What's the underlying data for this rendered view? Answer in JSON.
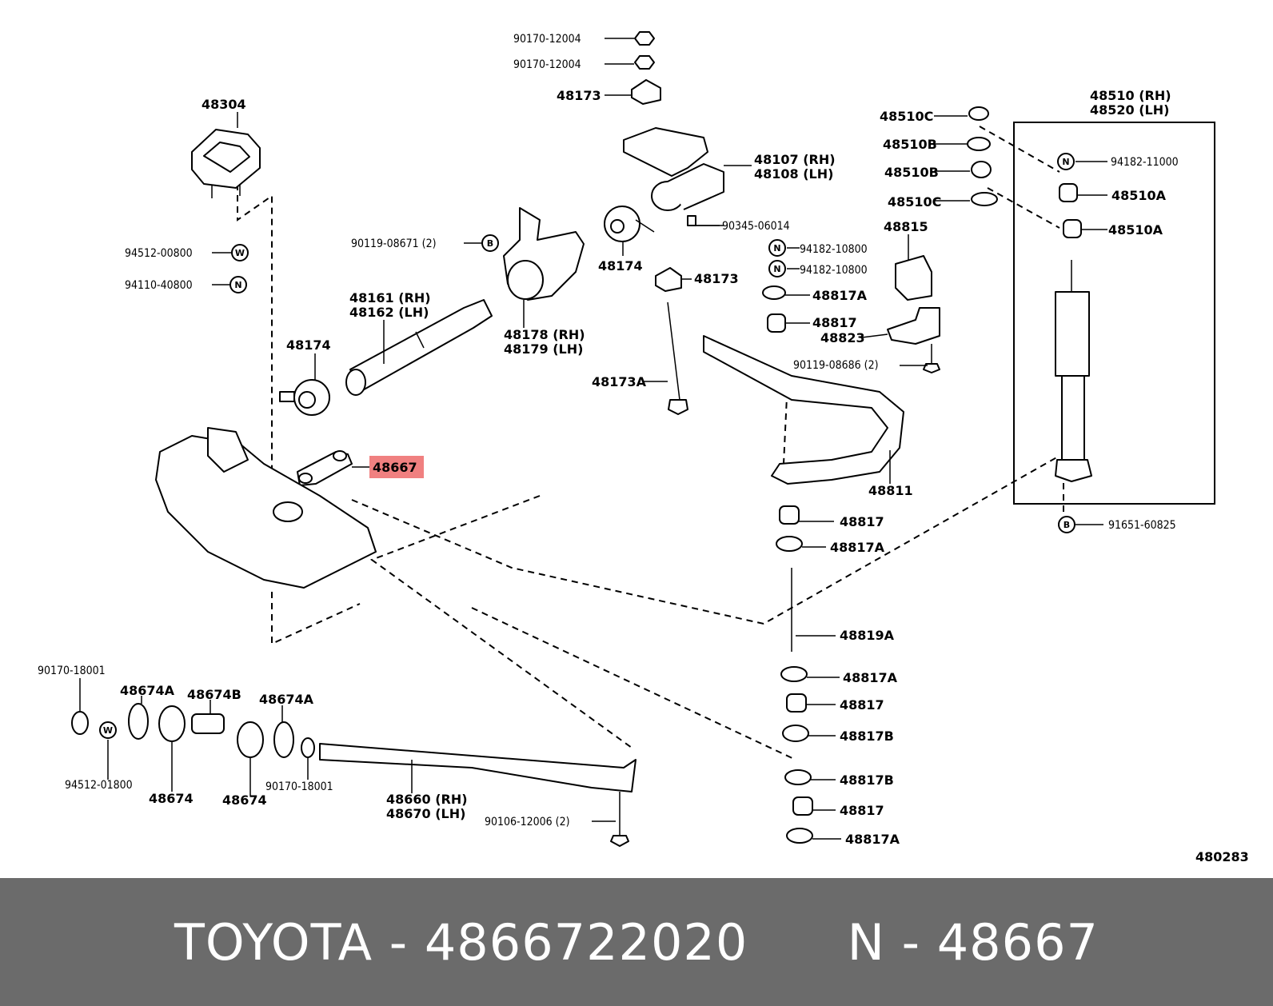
{
  "labels": {
    "l_90170_12004_a": "90170-12004",
    "l_90170_12004_b": "90170-12004",
    "l_48173_top": "48173",
    "l_48304": "48304",
    "l_48510C_a": "48510C",
    "l_48510B_a": "48510B",
    "l_48510B_b": "48510B",
    "l_48510C_b": "48510C",
    "l_48510_rh": "48510 (RH)",
    "l_48520_lh": "48520 (LH)",
    "l_94182_11000": "94182-11000",
    "l_48510A_a": "48510A",
    "l_48510A_b": "48510A",
    "l_48107": "48107 (RH)",
    "l_48108": "48108 (LH)",
    "l_90345": "90345-06014",
    "l_48815": "48815",
    "l_94512_00800": "94512-00800",
    "l_94110_40800": "94110-40800",
    "l_90119_08671": "90119-08671 (2)",
    "l_48174_upper": "48174",
    "l_48173_mid": "48173",
    "l_94182_10800_a": "94182-10800",
    "l_94182_10800_b": "94182-10800",
    "l_48817A_a": "48817A",
    "l_48817_a": "48817",
    "l_48823": "48823",
    "l_48161": "48161 (RH)",
    "l_48162": "48162 (LH)",
    "l_48178": "48178 (RH)",
    "l_48179": "48179 (LH)",
    "l_48174_lower": "48174",
    "l_90119_08686": "90119-08686 (2)",
    "l_48173A": "48173A",
    "l_48667": "48667",
    "l_48811": "48811",
    "l_91651": "91651-60825",
    "l_48817_b": "48817",
    "l_48817A_b": "48817A",
    "l_48819A": "48819A",
    "l_90170_18001_a": "90170-18001",
    "l_48674A_a": "48674A",
    "l_48674B": "48674B",
    "l_48674A_b": "48674A",
    "l_48817A_c": "48817A",
    "l_48817_c": "48817",
    "l_48817B_a": "48817B",
    "l_48817B_b": "48817B",
    "l_94512_01800": "94512-01800",
    "l_48674_a": "48674",
    "l_48674_b": "48674",
    "l_90170_18001_b": "90170-18001",
    "l_48660": "48660 (RH)",
    "l_48670": "48670 (LH)",
    "l_48817_d": "48817",
    "l_90106": "90106-12006 (2)",
    "l_48817A_d": "48817A",
    "l_480283": "480283"
  },
  "symbols": {
    "washer_w": "W",
    "nut_n": "N",
    "bolt_b": "B"
  },
  "caption": "TOYOTA - 4866722020      N - 48667",
  "highlight_color": "#f08080"
}
